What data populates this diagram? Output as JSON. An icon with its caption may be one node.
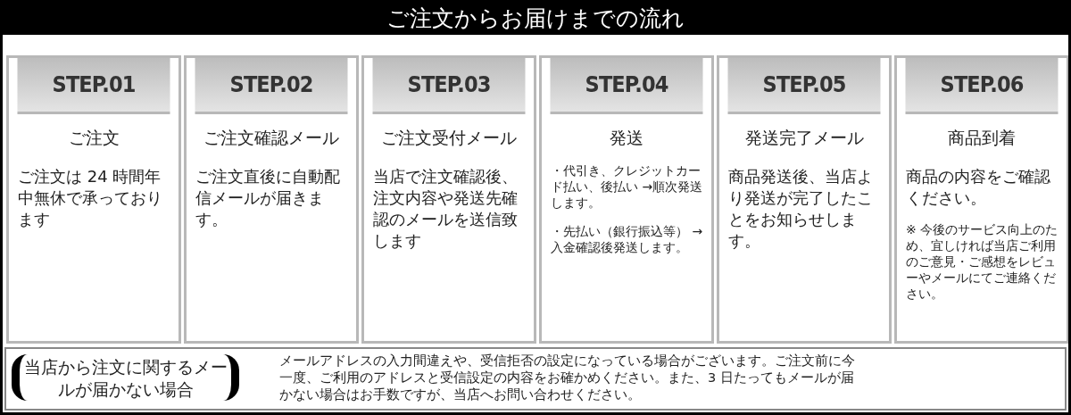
{
  "diagram": {
    "title": "ご注文からお届けまでの流れ",
    "nodes": [
      {
        "text": [
          "STEP.01",
          "ご注文",
          "ご注文は 24 時間年中無休で承っております"
        ]
      },
      {
        "text": [
          "STEP.02",
          "ご注文確認メール",
          "ご注文直後に自動配信メールが届きます。"
        ]
      },
      {
        "text": [
          "STEP.03",
          "ご注文受付メール",
          "当店で注文確認後、注文内容や発送先確認のメールを送信致します"
        ]
      },
      {
        "text": [
          "STEP.04",
          "発送",
          "・代引き、クレジットカード払い、後払い →順次発送します。",
          "・先払い（銀行振込等） →入金確認後発送します。"
        ]
      },
      {
        "text": [
          "STEP.05",
          "発送完了メール",
          "商品発送後、当店より発送が完了したことをお知らせします。"
        ]
      },
      {
        "text": [
          "STEP.06",
          "商品到着",
          "商品の内容をご確認ください。",
          "※ 今後のサービス向上のため、宜しければ当店ご利用のご意見・ご感想をレビューやメールにてご連絡ください。"
        ]
      },
      {
        "text": [
          "当店から注文に関するメールが届かない場合",
          "メールアドレスの入力間違えや、受信拒否の設定になっている場合がございます。ご注文前に今一度、ご利用のアドレスと受信設定の内容をお確かめください。また、3 日たってもメールが届かない場合はお手数ですが、当店へお問い合わせください。"
        ]
      }
    ],
    "edges": []
  }
}
